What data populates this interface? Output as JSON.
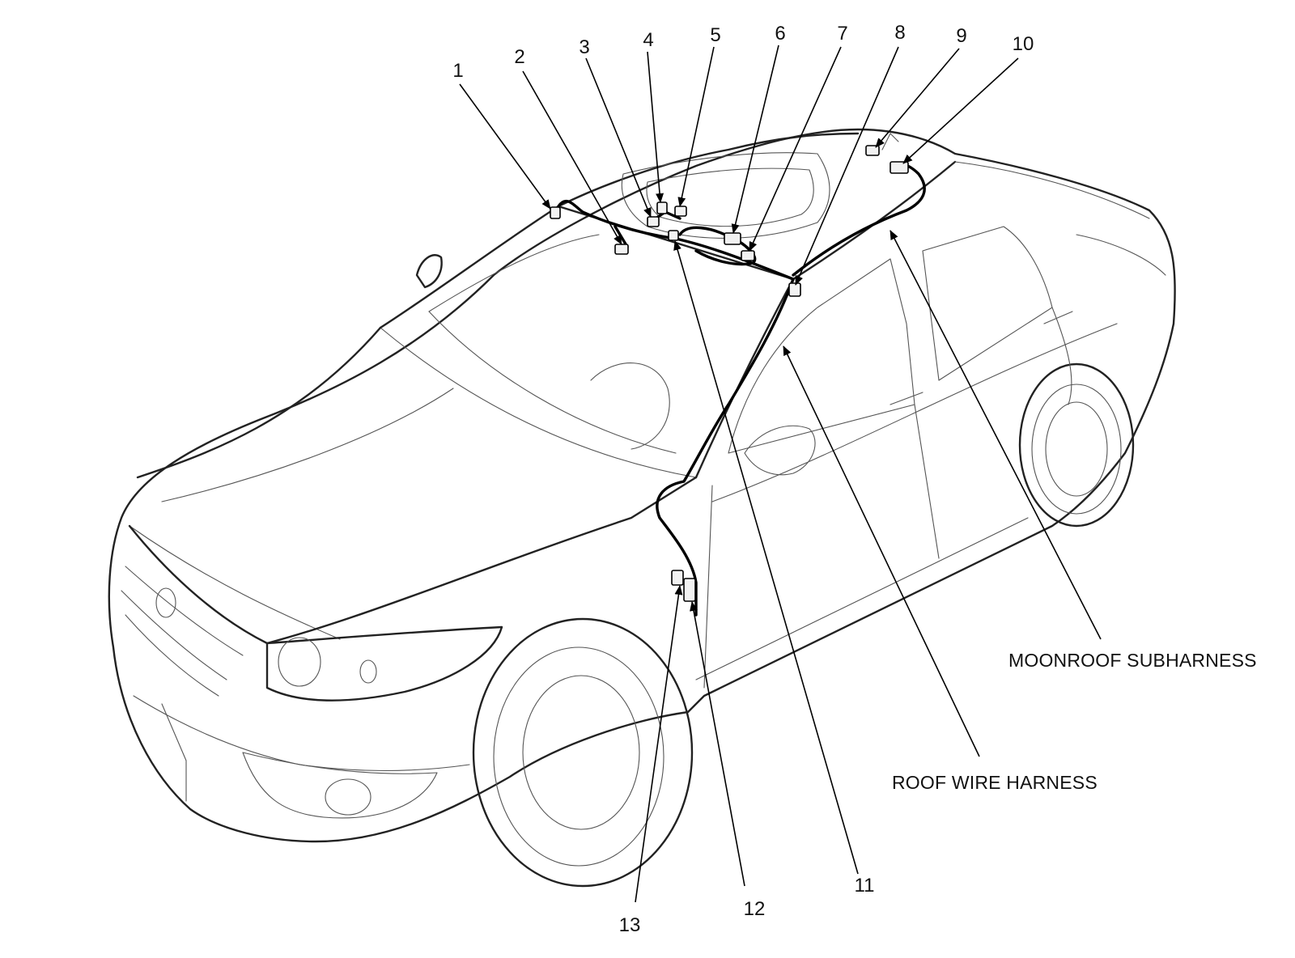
{
  "figure": {
    "callouts": [
      {
        "id": "1",
        "label": "1"
      },
      {
        "id": "2",
        "label": "2"
      },
      {
        "id": "3",
        "label": "3"
      },
      {
        "id": "4",
        "label": "4"
      },
      {
        "id": "5",
        "label": "5"
      },
      {
        "id": "6",
        "label": "6"
      },
      {
        "id": "7",
        "label": "7"
      },
      {
        "id": "8",
        "label": "8"
      },
      {
        "id": "9",
        "label": "9"
      },
      {
        "id": "10",
        "label": "10"
      },
      {
        "id": "11",
        "label": "11"
      },
      {
        "id": "12",
        "label": "12"
      },
      {
        "id": "13",
        "label": "13"
      }
    ],
    "harness_labels": {
      "moonroof": "MOONROOF SUBHARNESS",
      "roof": "ROOF WIRE HARNESS"
    }
  }
}
